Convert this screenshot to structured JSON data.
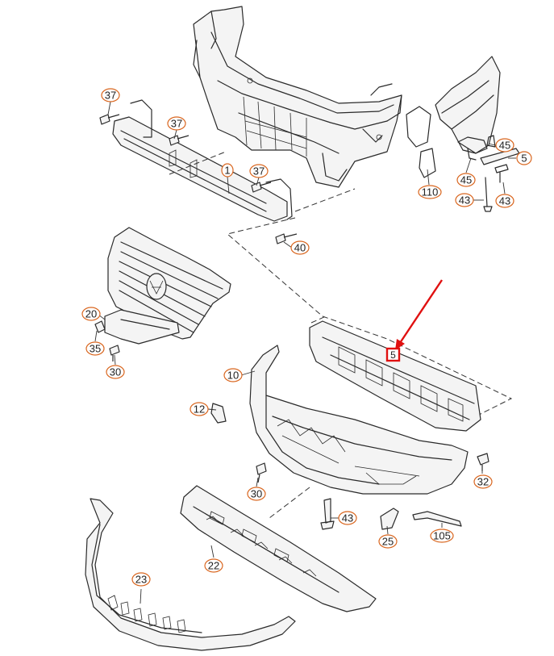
{
  "diagram": {
    "accent_color": "#d9661f",
    "highlight_color": "#e01010",
    "callouts": {
      "c37a": "37",
      "c37b": "37",
      "c37c": "37",
      "c1": "1",
      "c40": "40",
      "c110": "110",
      "c45a": "45",
      "c5": "5",
      "c45b": "45",
      "c43a": "43",
      "c43b": "43",
      "c20": "20",
      "c35": "35",
      "c30a": "30",
      "c10": "10",
      "c12": "12",
      "c30b": "30",
      "c32": "32",
      "c43c": "43",
      "c25": "25",
      "c105": "105",
      "c22": "22",
      "c23": "23"
    },
    "highlighted": {
      "label": "5"
    }
  }
}
